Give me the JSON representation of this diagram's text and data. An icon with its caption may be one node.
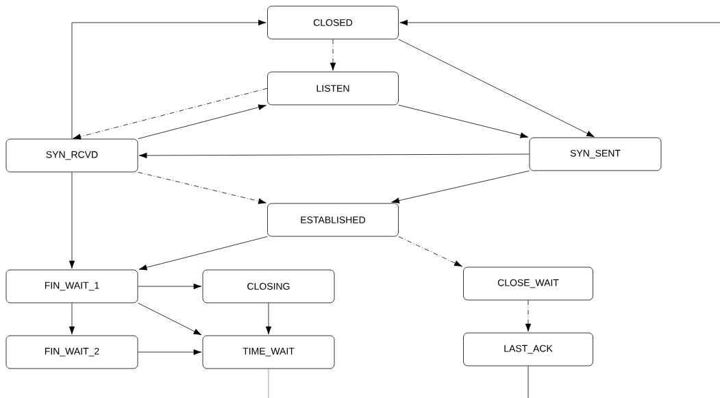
{
  "diagram": {
    "nodes": [
      {
        "text": [
          "CLOSED"
        ]
      },
      {
        "text": [
          "LISTEN"
        ]
      },
      {
        "text": [
          "SYN_RCVD"
        ]
      },
      {
        "text": [
          "SYN_SENT"
        ]
      },
      {
        "text": [
          "ESTABLISHED"
        ]
      },
      {
        "text": [
          "FIN_WAIT_1"
        ]
      },
      {
        "text": [
          "CLOSING"
        ]
      },
      {
        "text": [
          "CLOSE_WAIT"
        ]
      },
      {
        "text": [
          "FIN_WAIT_2"
        ]
      },
      {
        "text": [
          "TIME_WAIT"
        ]
      },
      {
        "text": [
          "LAST_ACK"
        ]
      }
    ],
    "edges": [
      {
        "from": 0,
        "to": 1,
        "arrow": "to",
        "style": "dashed"
      },
      {
        "from": 1,
        "to": 2,
        "arrow": "to",
        "style": "dashed"
      },
      {
        "from": 2,
        "to": 1,
        "arrow": "to"
      },
      {
        "from": 2,
        "to": 0,
        "arrow": "to"
      },
      {
        "from": 0,
        "to": 3,
        "arrow": "to"
      },
      {
        "from": 1,
        "to": 3,
        "arrow": "to"
      },
      {
        "from": 3,
        "to": 2,
        "arrow": "to"
      },
      {
        "from": 2,
        "to": 4,
        "arrow": "to",
        "style": "dashed"
      },
      {
        "from": 3,
        "to": 4,
        "arrow": "to"
      },
      {
        "from": 4,
        "to": 5,
        "arrow": "to"
      },
      {
        "from": 2,
        "to": 5,
        "arrow": "to"
      },
      {
        "from": 4,
        "to": 7,
        "arrow": "to",
        "style": "dashed"
      },
      {
        "from": 5,
        "to": 6,
        "arrow": "to"
      },
      {
        "from": 5,
        "to": 8,
        "arrow": "to"
      },
      {
        "from": 5,
        "to": 9,
        "arrow": "to"
      },
      {
        "from": 6,
        "to": 9,
        "arrow": "to"
      },
      {
        "from": 8,
        "to": 9,
        "arrow": "to"
      },
      {
        "from": 7,
        "to": 10,
        "arrow": "to",
        "style": "dashed"
      },
      {
        "from": 9,
        "to": null,
        "arrow": "none"
      },
      {
        "from": 10,
        "to": null,
        "arrow": "none"
      },
      {
        "from": null,
        "to": 0,
        "arrow": "to"
      }
    ]
  }
}
